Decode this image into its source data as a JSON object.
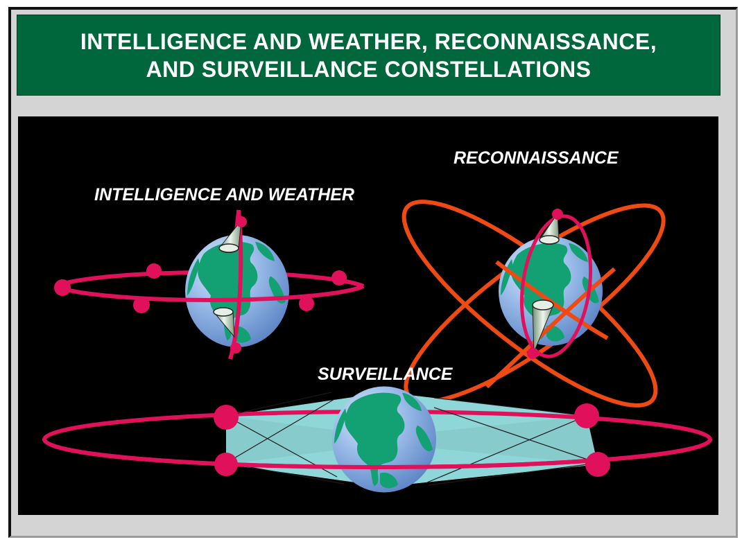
{
  "title": {
    "line1": "INTELLIGENCE AND WEATHER, RECONNAISSANCE,",
    "line2": "AND SURVEILLANCE CONSTELLATIONS"
  },
  "diagrams": {
    "intelligence_weather": {
      "label": "INTELLIGENCE AND WEATHER"
    },
    "reconnaissance": {
      "label": "RECONNAISSANCE"
    },
    "surveillance": {
      "label": "SURVEILLANCE"
    }
  },
  "colors": {
    "title_background": "#00663b",
    "panel_background": "#000000",
    "frame_background": "#d4d4d4",
    "orbit_magenta": "#e0105a",
    "orbit_orange": "#f04a14",
    "earth_ocean": "#8fb6e8",
    "earth_land": "#13a073",
    "coverage_cyan": "#8fd6d8"
  }
}
